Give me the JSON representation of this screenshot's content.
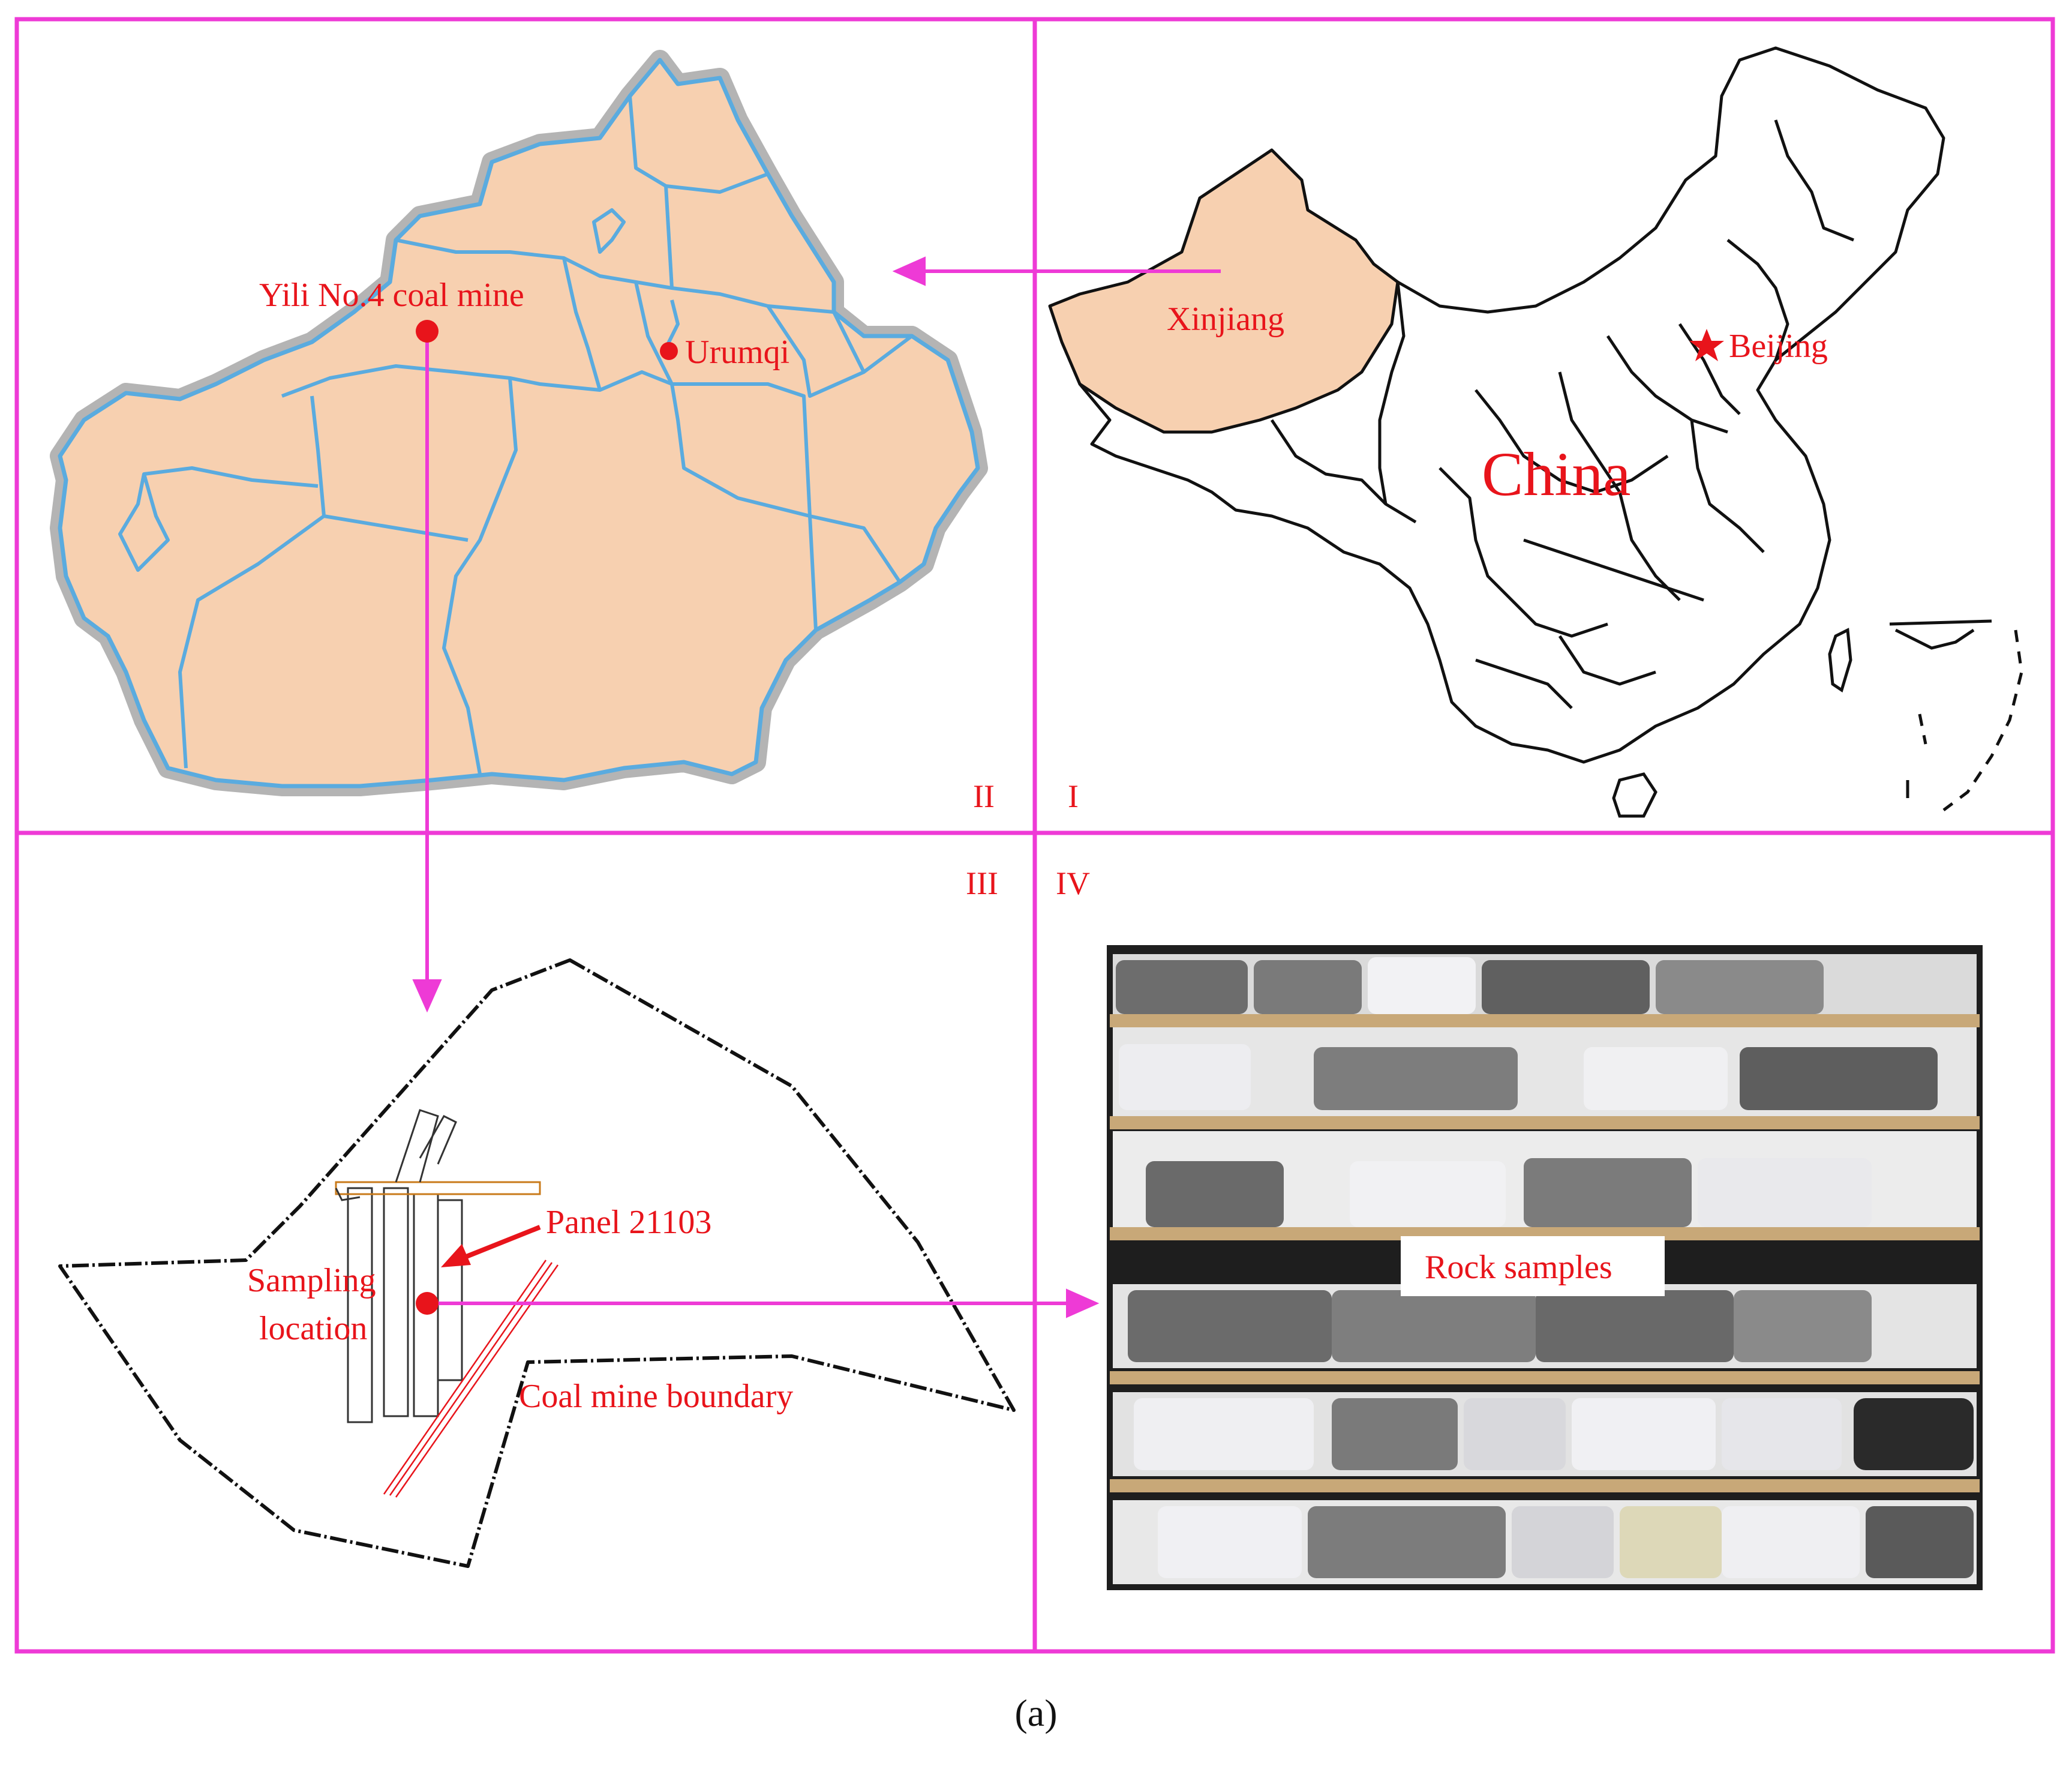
{
  "labels": {
    "xinjiang": "Xinjiang",
    "beijing": "Beijing",
    "china": "China",
    "mine": "Yili No.4 coal mine",
    "urumqi": "Urumqi",
    "panel": "Panel 21103",
    "sampling_line1": "Sampling",
    "sampling_line2": "location",
    "boundary": "Coal mine boundary",
    "rock": "Rock samples"
  },
  "quadrants": {
    "q1": "I",
    "q2": "II",
    "q3": "III",
    "q4": "IV"
  },
  "caption": "(a)",
  "colors": {
    "frame": "#ee3ad6",
    "label_red": "#e8141b",
    "xinjiang_fill": "#f7d0b0",
    "region_border": "#5aabdf",
    "halo": "#b4b4b4"
  },
  "icons": {
    "beijing_marker": "star-icon",
    "urumqi_marker": "dot-icon",
    "mine_marker": "dot-icon"
  }
}
